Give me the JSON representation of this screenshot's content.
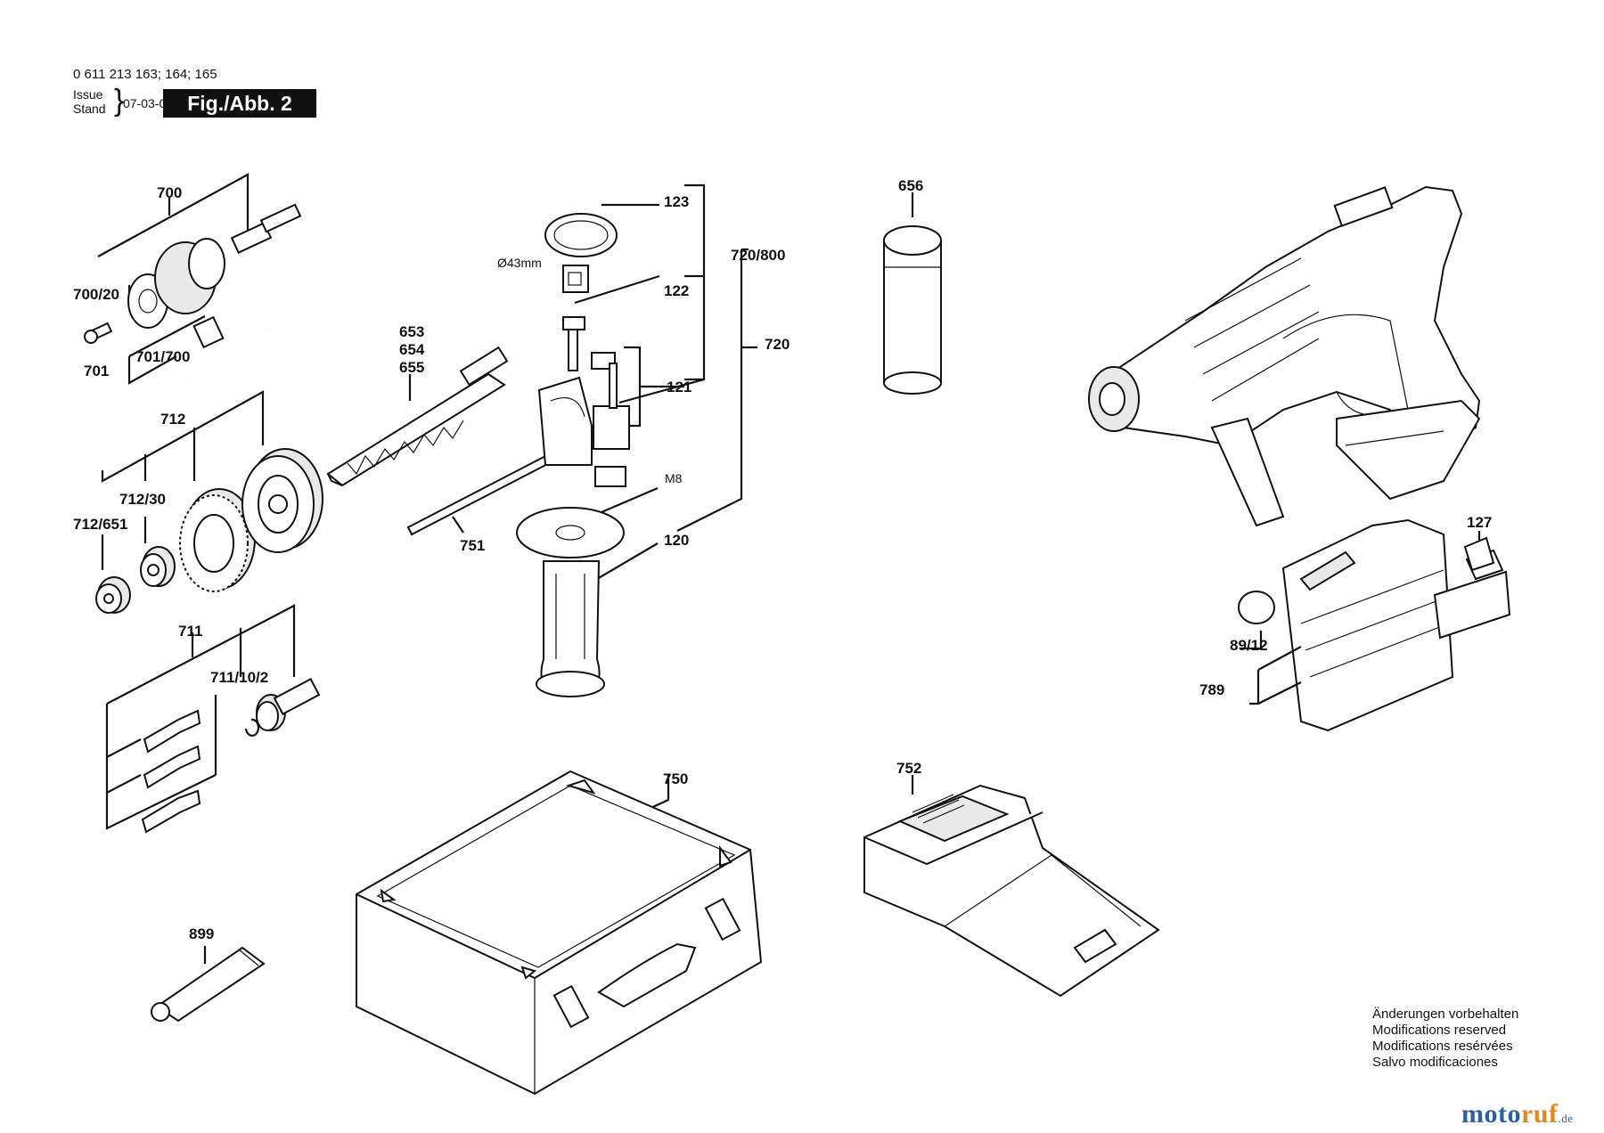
{
  "header": {
    "model_code": "0 611 213 163; 164; 165",
    "issue_label": "Issue",
    "stand_label": "Stand",
    "date": "07-03-02",
    "figure_label": "Fig./Abb. 2"
  },
  "parts": {
    "p700": "700",
    "p700_20": "700/20",
    "p701": "701",
    "p701_700": "701/700",
    "p653": "653",
    "p654": "654",
    "p655": "655",
    "p712": "712",
    "p712_30": "712/30",
    "p712_651": "712/651",
    "p751": "751",
    "p711": "711",
    "p711_10_2": "711/10/2",
    "p123": "123",
    "p122": "122",
    "p121": "121",
    "p120": "120",
    "p720_800": "720/800",
    "p720": "720",
    "p656": "656",
    "p127": "127",
    "p89_12": "89/12",
    "p789": "789",
    "p750": "750",
    "p752": "752",
    "p899": "899"
  },
  "annotations": {
    "diameter": "Ø43mm",
    "m8": "M8"
  },
  "notes": [
    "Änderungen vorbehalten",
    "Modifications reserved",
    "Modifications resérvées",
    "Salvo modificaciones"
  ],
  "logo": {
    "part1": "moto",
    "part2": "ruf",
    "suffix": ".de"
  }
}
